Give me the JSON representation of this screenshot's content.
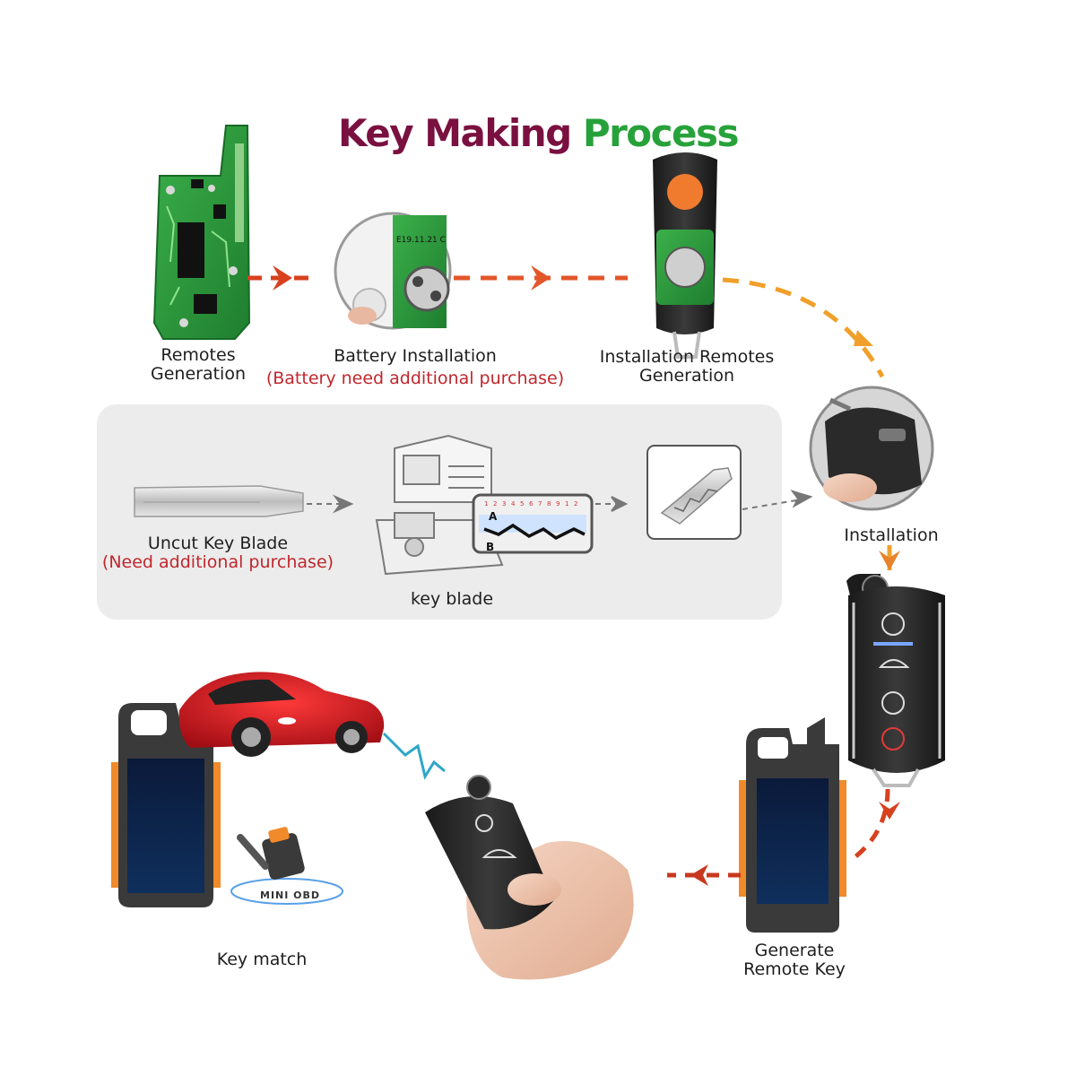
{
  "title": {
    "part1": "Key Making ",
    "part2": "Process"
  },
  "colors": {
    "title_part1": "#7a1040",
    "title_part2": "#27a23a",
    "note_red": "#c0272d",
    "arrow_red": "#d8411e",
    "arrow_orange": "#f0a02a",
    "panel_gray": "#ececec",
    "pcb_green": "#2c9a3c"
  },
  "steps": {
    "remotes_generation": {
      "line1": "Remotes",
      "line2": "Generation",
      "icon": "circuit-board-icon"
    },
    "battery_installation": {
      "line1": "Battery Installation",
      "note": "(Battery need additional purchase)",
      "icon": "coin-battery-icon"
    },
    "installation_remotes": {
      "line1": "Installation Remotes",
      "line2": "Generation",
      "icon": "remote-shell-icon"
    },
    "installation": {
      "line1": "Installation",
      "icon": "key-shell-closeup-icon"
    },
    "uncut_blade": {
      "line1": "Uncut Key  Blade",
      "note": "(Need additional purchase)",
      "icon": "key-blade-icon"
    },
    "key_blade": {
      "line1": "key blade",
      "icon": "key-cutting-machine-icon"
    },
    "generate_remote": {
      "line1": "Generate",
      "line2": "Remote Key",
      "icon": "key-programmer-icon"
    },
    "key_match": {
      "line1": "Key match",
      "icon": "car-icon"
    }
  },
  "pcb_label": "E19.11.21 C",
  "blade_graph": {
    "label_a": "A",
    "label_b": "B",
    "depth_marks": [
      "1",
      "2",
      "3",
      "4",
      "5",
      "6",
      "7",
      "8",
      "9",
      "1",
      "2"
    ]
  },
  "mini_obd": "MINI OBD"
}
